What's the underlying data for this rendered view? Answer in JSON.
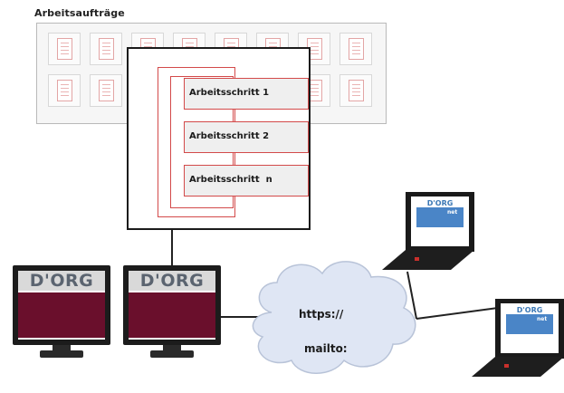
{
  "title": "Arbeitsaufträge",
  "steps": [
    {
      "label": "Arbeitsschritt 1"
    },
    {
      "label": "Arbeitsschritt 2"
    },
    {
      "label": "Arbeitsschritt  n"
    }
  ],
  "monitor_logo": "D'ORG",
  "laptop_logo": "D'ORG",
  "laptop_sub": "net",
  "cloud": {
    "line1": "https://",
    "line2": "mailto:"
  },
  "colors": {
    "accent_red": "#d34a4a",
    "monitor_screen": "#6a0f2c",
    "laptop_screen": "#4a85c7",
    "cloud": "#dfe6f4"
  }
}
